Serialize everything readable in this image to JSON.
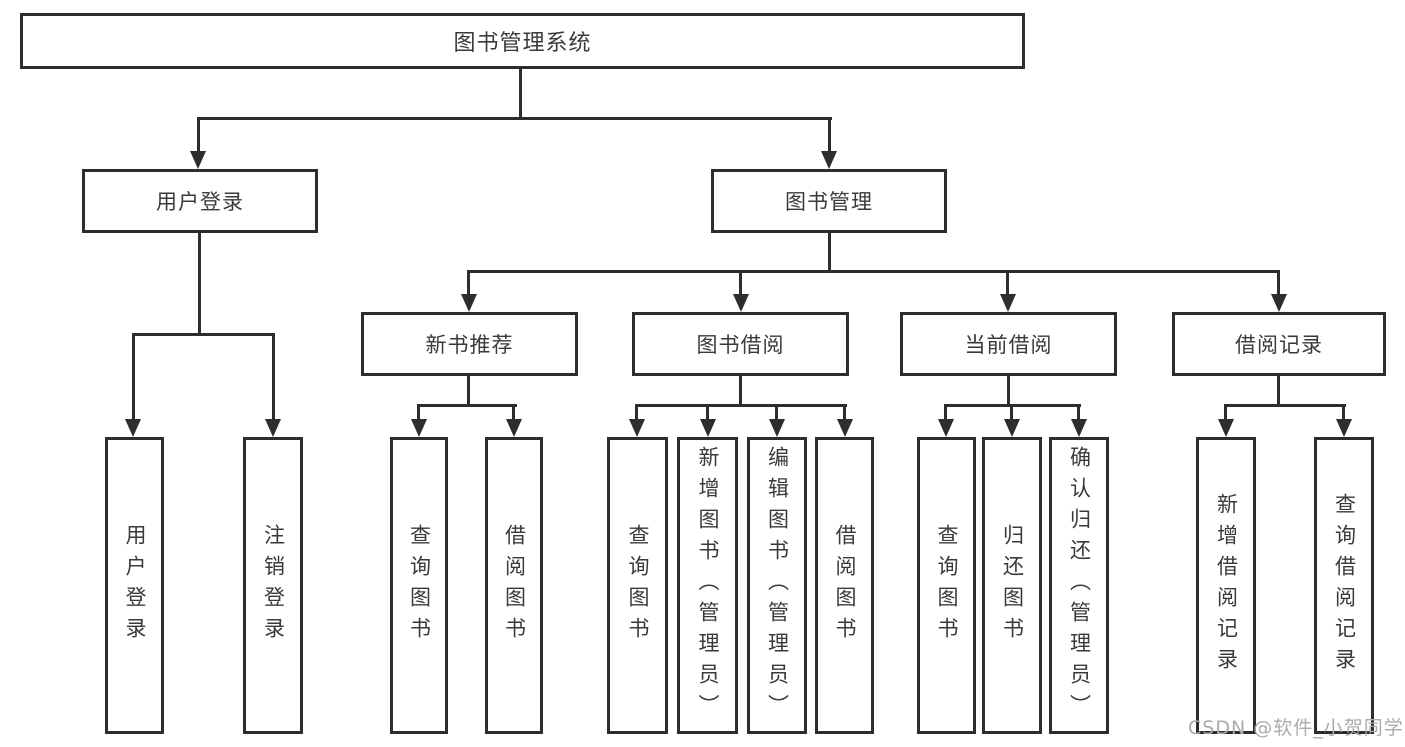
{
  "diagram_type": "hierarchy-tree",
  "tree": {
    "label": "图书管理系统",
    "children": [
      {
        "label": "用户登录",
        "children": [
          {
            "label": "用户登录"
          },
          {
            "label": "注销登录"
          }
        ]
      },
      {
        "label": "图书管理",
        "children": [
          {
            "label": "新书推荐",
            "children": [
              {
                "label": "查询图书"
              },
              {
                "label": "借阅图书"
              }
            ]
          },
          {
            "label": "图书借阅",
            "children": [
              {
                "label": "查询图书"
              },
              {
                "label": "新增图书（管理员）"
              },
              {
                "label": "编辑图书（管理员）"
              },
              {
                "label": "借阅图书"
              }
            ]
          },
          {
            "label": "当前借阅",
            "children": [
              {
                "label": "查询图书"
              },
              {
                "label": "归还图书"
              },
              {
                "label": "确认归还（管理员）"
              }
            ]
          },
          {
            "label": "借阅记录",
            "children": [
              {
                "label": "新增借阅记录"
              },
              {
                "label": "查询借阅记录"
              }
            ]
          }
        ]
      }
    ]
  },
  "watermark": "CSDN @软件_小贺同学",
  "colors": {
    "line": "#2d2d2d",
    "text": "#3a3a3a",
    "bg": "#ffffff",
    "watermark": "#ababab"
  }
}
